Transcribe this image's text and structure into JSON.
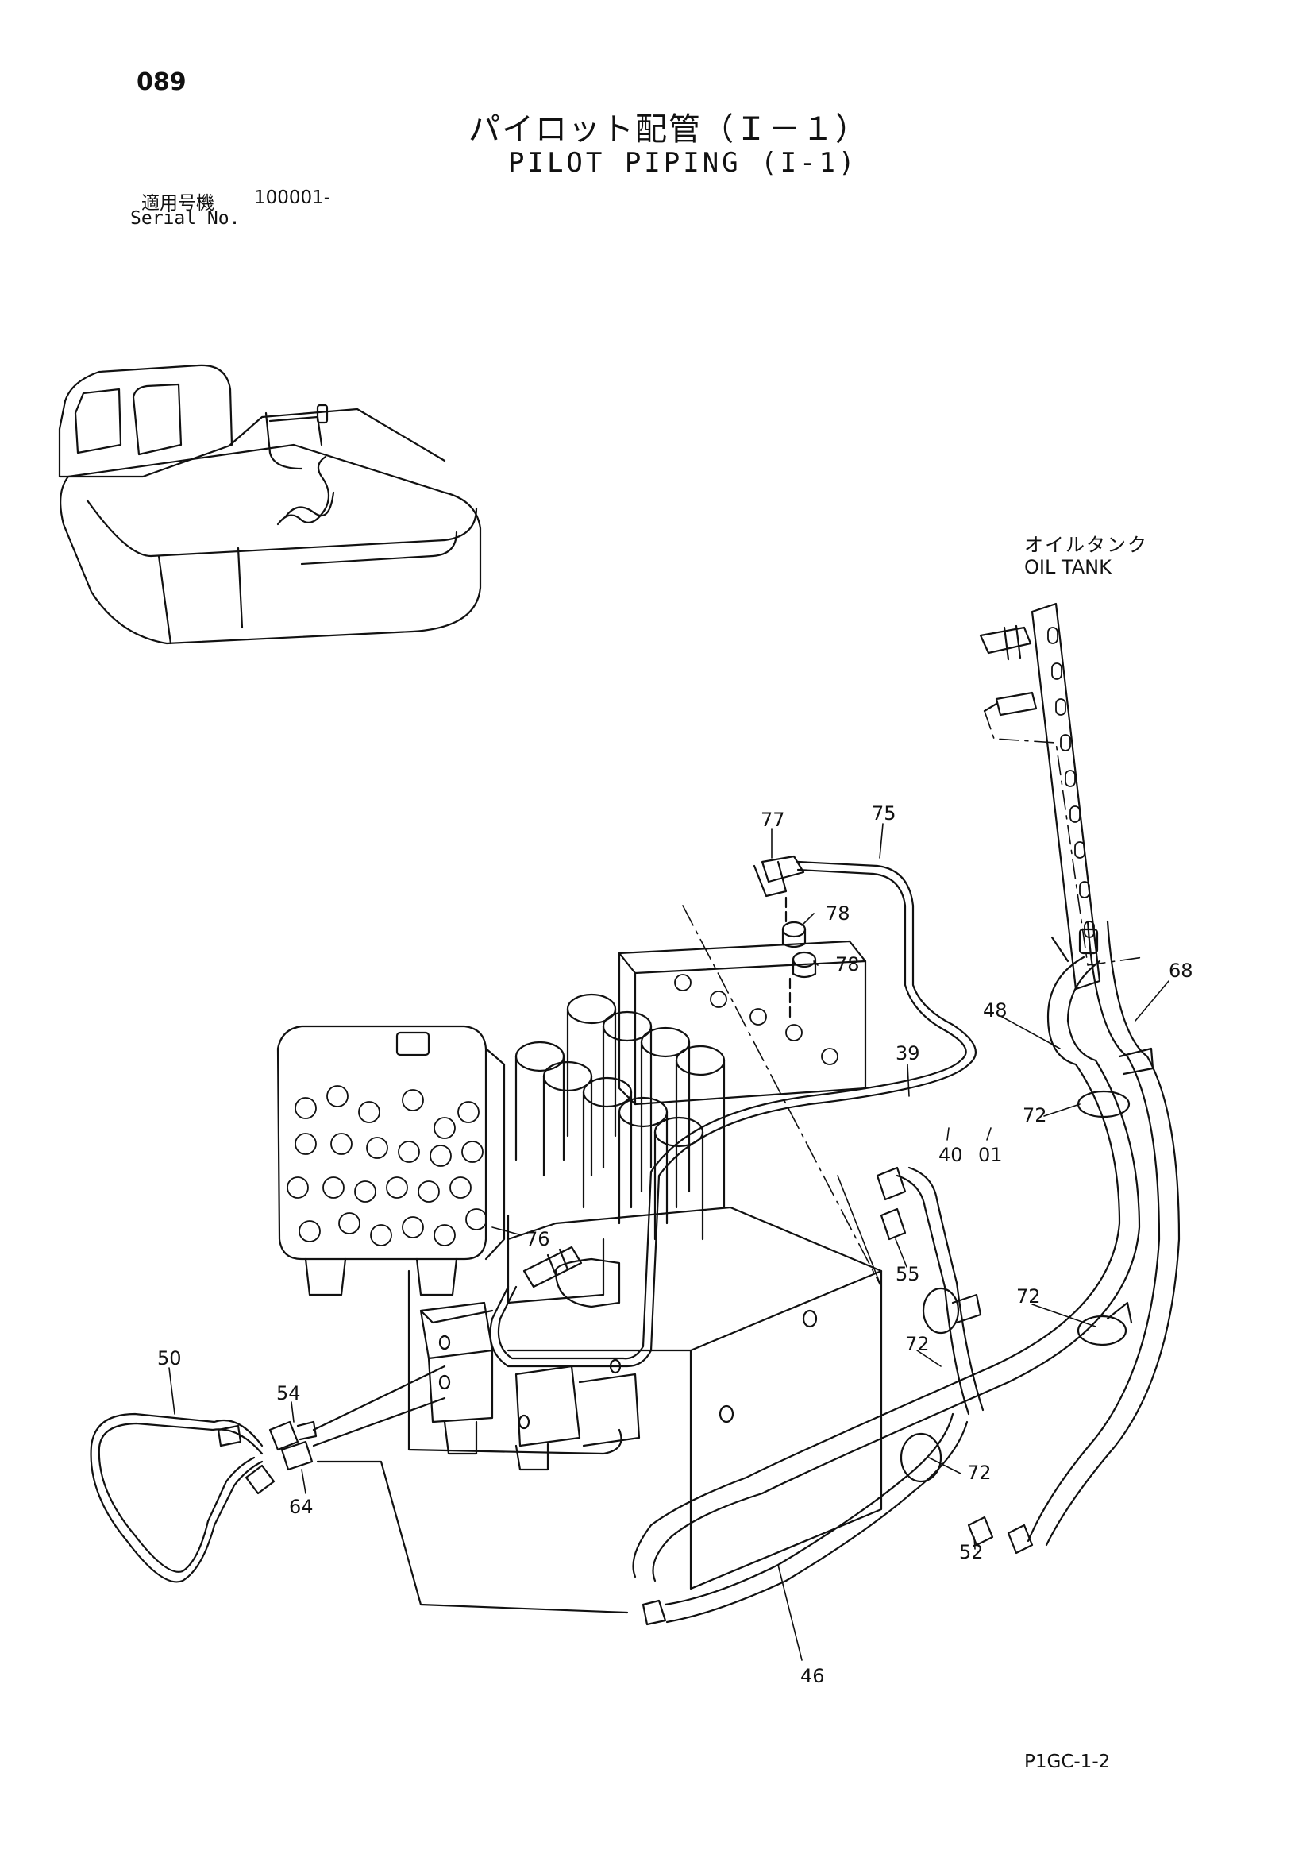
{
  "header": {
    "page_number": "089",
    "title_jp": "パイロット配管（Ｉ－１）",
    "title_en": "PILOT PIPING (I-1)",
    "serial_label_jp": "適用号機",
    "serial_value": "100001-",
    "serial_label_en": "Serial No."
  },
  "labels": {
    "oil_tank_jp": "オイルタンク",
    "oil_tank_en": "OIL TANK"
  },
  "callouts": [
    "75",
    "77",
    "78",
    "78",
    "68",
    "48",
    "39",
    "72",
    "40",
    "01",
    "76",
    "55",
    "72",
    "72",
    "50",
    "54",
    "72",
    "64",
    "52",
    "46"
  ],
  "footer": {
    "page_code": "P1GC-1-2"
  }
}
